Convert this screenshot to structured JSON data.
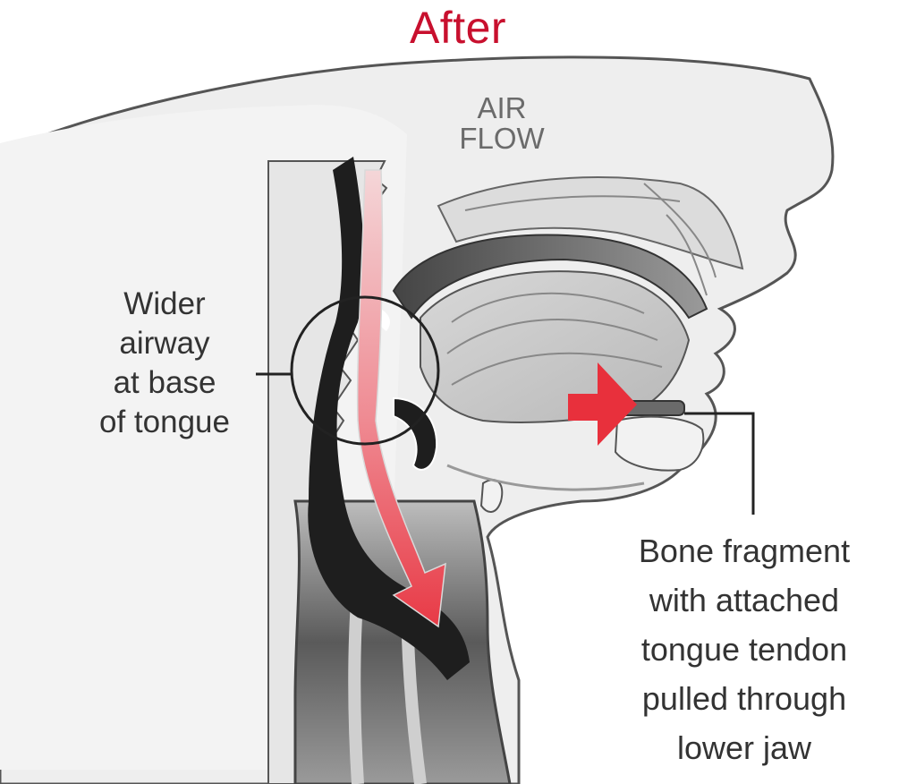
{
  "title": "After",
  "airflow_label": [
    "AIR",
    "FLOW"
  ],
  "callouts": {
    "airway": [
      "Wider",
      "airway",
      "at base",
      "of tongue"
    ],
    "bone": [
      "Bone fragment",
      "with attached",
      "tongue tendon",
      "pulled through",
      "lower jaw"
    ]
  },
  "colors": {
    "title": "#c8102e",
    "arrow": "#e8424e",
    "airway": "#1e1e1e",
    "tissue": "#c8c8c8",
    "outline": "#555555"
  }
}
